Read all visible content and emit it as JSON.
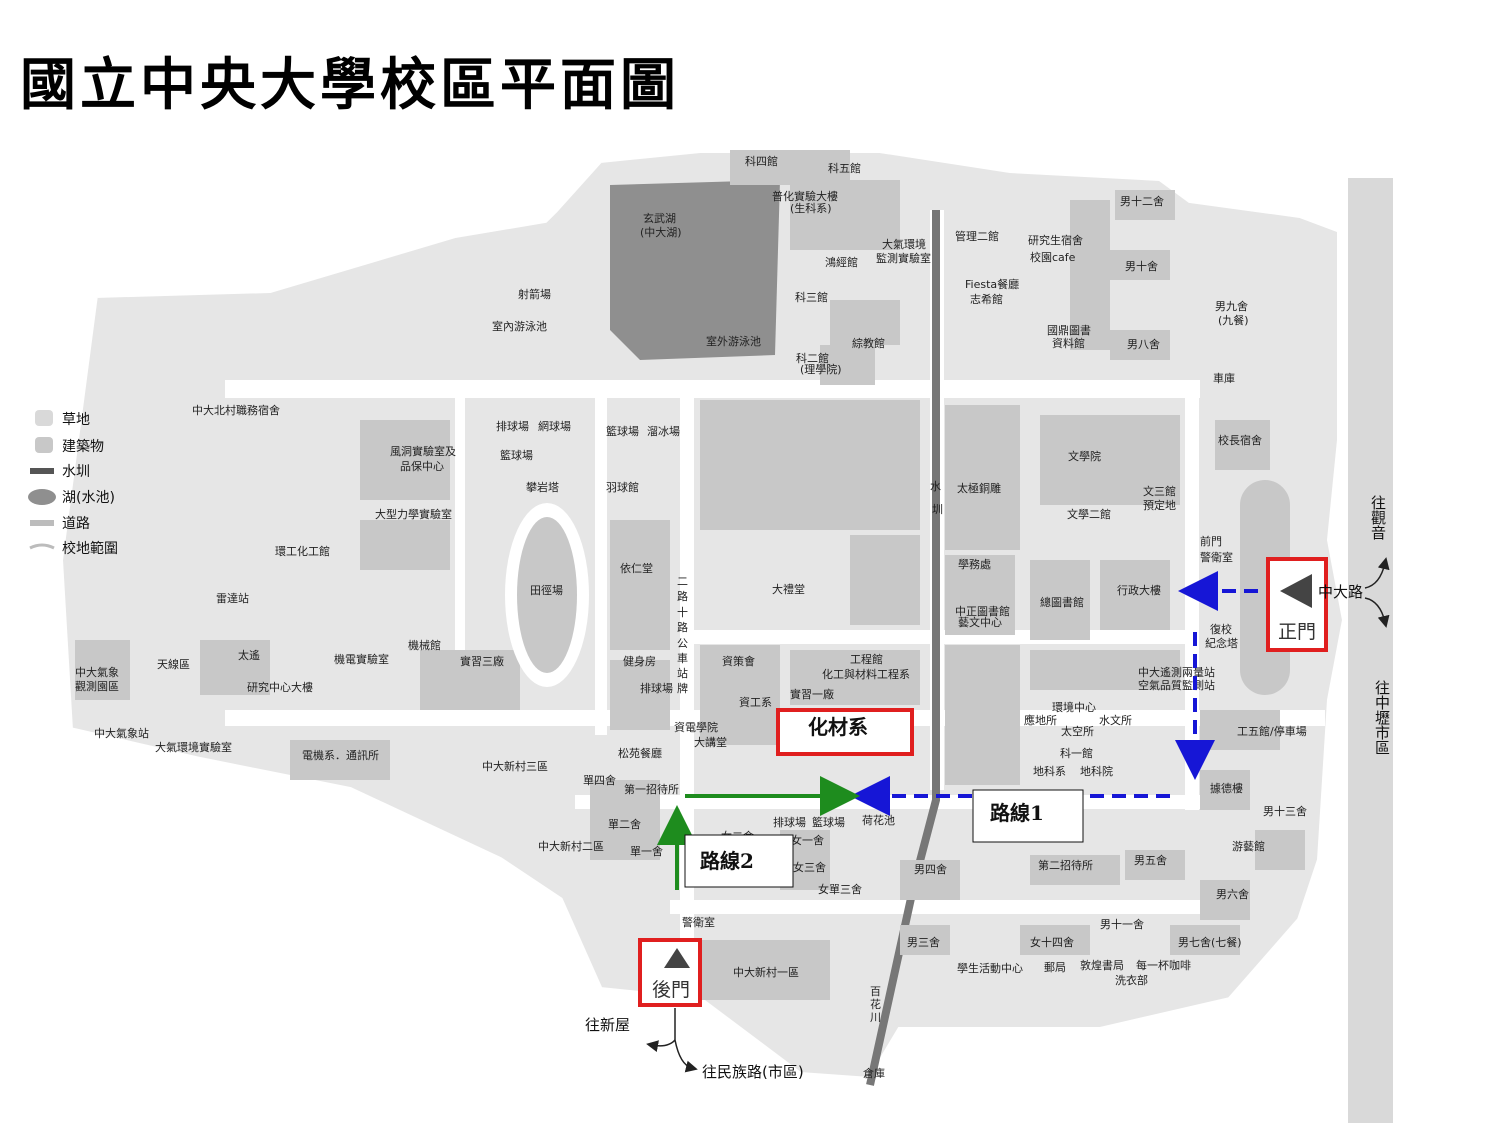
{
  "title": "國立中央大學校區平面圖",
  "colors": {
    "ground": "#e6e6e6",
    "building": "#c8c8c8",
    "lake": "#8f8f8f",
    "road": "#ffffff",
    "highway": "#d9d9d9",
    "highlight": "#e01f1f",
    "route1": "#1616d6",
    "route2": "#1e8c1e"
  },
  "legend": [
    {
      "label": "草地",
      "icon": "grass-swatch"
    },
    {
      "label": "建築物",
      "icon": "building-swatch"
    },
    {
      "label": "水圳",
      "icon": "canal-swatch"
    },
    {
      "label": "湖(水池)",
      "icon": "lake-swatch"
    },
    {
      "label": "道路",
      "icon": "road-swatch"
    },
    {
      "label": "校地範圍",
      "icon": "boundary-swatch"
    }
  ],
  "highlights": {
    "dept": "化材系",
    "front_gate": "正門",
    "back_gate": "後門",
    "route1": "路線1",
    "route2": "路線2"
  },
  "directions": {
    "guanyin": "往觀音",
    "zhongli": "往中壢市區",
    "zhongda_rd": "中大路",
    "xinwu": "往新屋",
    "minzu": "往民族路(市區)"
  },
  "labels": [
    "科四館",
    "科五館",
    "普化實驗大樓",
    "(生科系)",
    "玄武湖",
    "(中大湖)",
    "管理二館",
    "研究生宿舍",
    "校園cafe",
    "男十二舍",
    "男十舍",
    "大氣環境",
    "監測實驗室",
    "鴻經館",
    "科三館",
    "射箭場",
    "Fiesta餐廳",
    "志希館",
    "男九舍",
    "(九餐)",
    "室內游泳池",
    "室外游泳池",
    "國鼎圖書",
    "資料館",
    "男八舍",
    "綜教館",
    "科二館",
    "(理學院)",
    "車庫",
    "中大北村職務宿舍",
    "排球場",
    "網球場",
    "籃球場",
    "溜冰場",
    "校長宿舍",
    "風洞實驗室及",
    "品保中心",
    "籃球場",
    "文學院",
    "攀岩塔",
    "羽球館",
    "水",
    "圳",
    "太極銅雕",
    "文三館",
    "預定地",
    "大型力學實驗室",
    "文學二館",
    "前門",
    "警衛室",
    "環工化工館",
    "依仁堂",
    "學務處",
    "田徑場",
    "大禮堂",
    "總圖書館",
    "行政大樓",
    "雷達站",
    "中正圖書館",
    "藝文中心",
    "復校",
    "紀念塔",
    "太遙",
    "機械館",
    "實習三廠",
    "健身房",
    "資策會",
    "工程館",
    "化工與材料工程系",
    "中大遙測兩量站",
    "空氣品質監測站",
    "中大氣象",
    "觀測園區",
    "天線區",
    "機電實驗室",
    "研究中心大樓",
    "排球場",
    "資工系",
    "實習一廠",
    "環境中心",
    "應地所",
    "水文所",
    "太空所",
    "中大氣象站",
    "大氣環境實驗室",
    "電機系．通訊所",
    "資電學院",
    "大講堂",
    "工五館/停車場",
    "松苑餐廳",
    "中大新村三區",
    "科一館",
    "地科系",
    "地科院",
    "單四舍",
    "第一招待所",
    "據德樓",
    "男十三舍",
    "單二舍",
    "排球場",
    "籃球場",
    "荷花池",
    "女二舍",
    "女一舍",
    "中大新村二區",
    "單一舍",
    "游藝館",
    "女三舍",
    "男四舍",
    "第二招待所",
    "男五舍",
    "女單三舍",
    "男六舍",
    "警衛室",
    "男十一舍",
    "男三舍",
    "女十四舍",
    "男七舍(七餐)",
    "學生活動中心",
    "郵局",
    "敦煌書局",
    "每一杯咖啡",
    "洗衣部",
    "中大新村一區",
    "倉庫",
    "百",
    "花",
    "川",
    "二",
    "路",
    "十",
    "路",
    "公",
    "車",
    "站",
    "牌"
  ]
}
